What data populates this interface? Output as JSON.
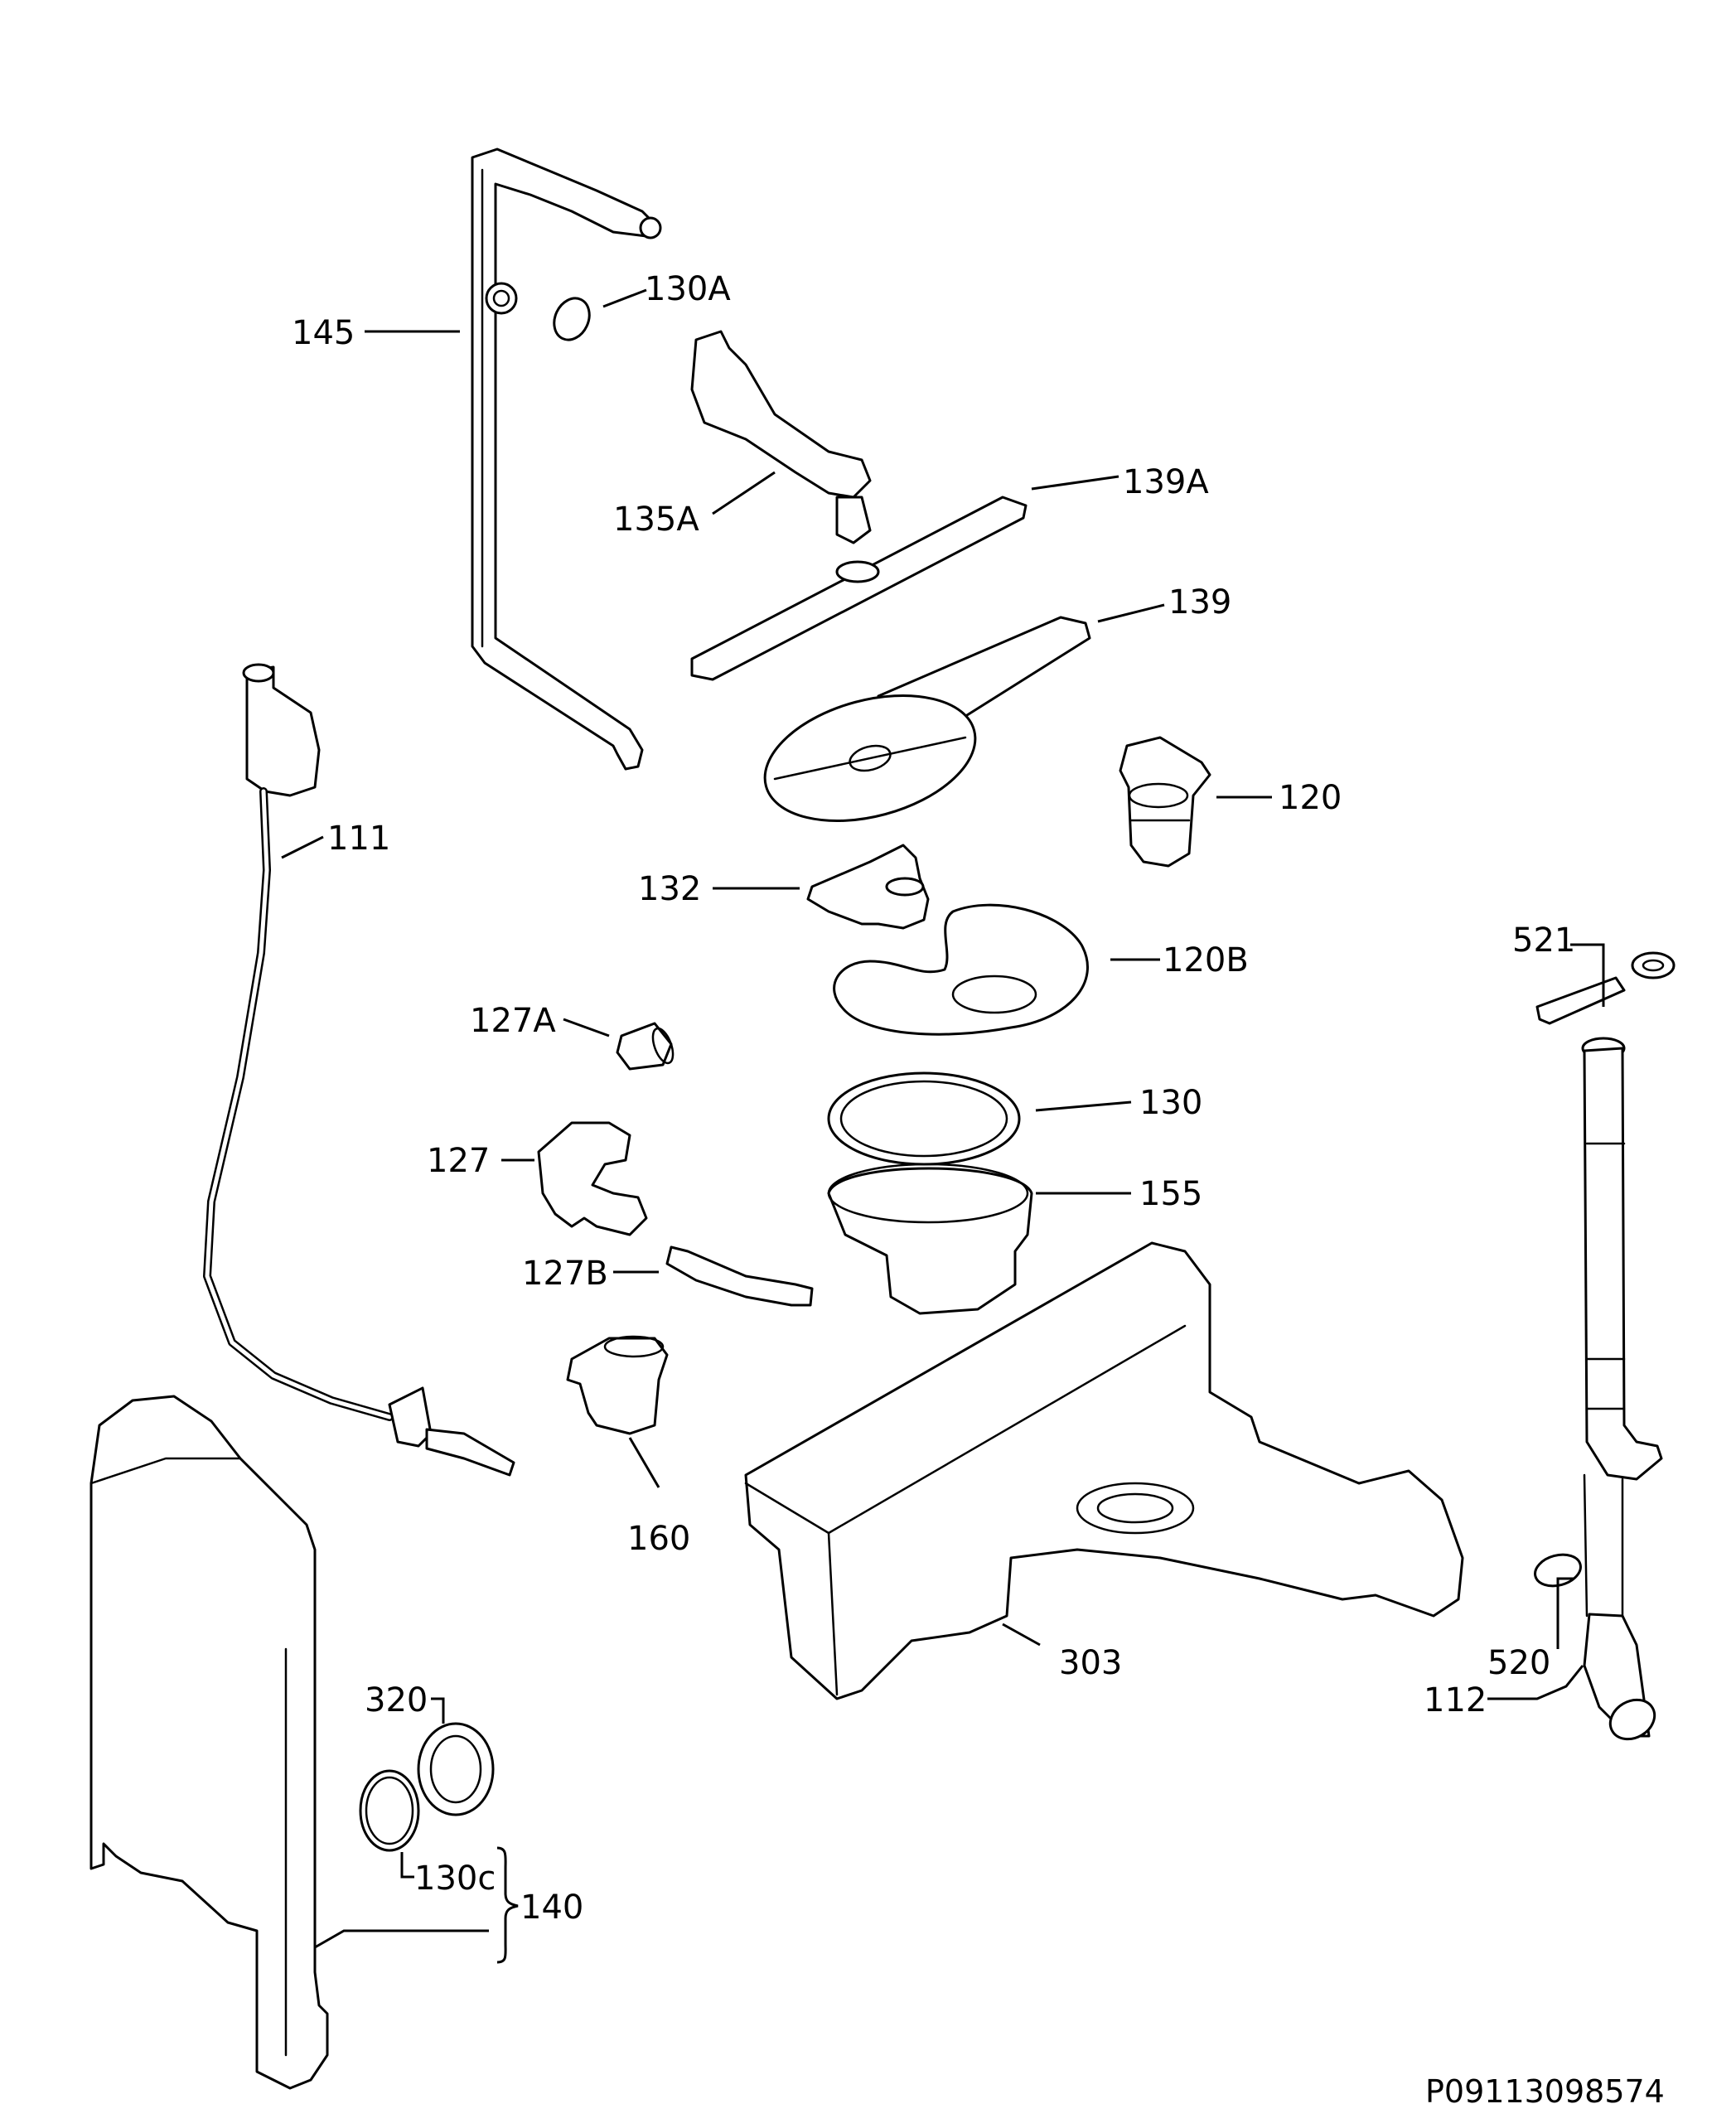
{
  "labels": {
    "l145": "145",
    "l130a": "130A",
    "l135a": "135A",
    "l139a": "139A",
    "l139": "139",
    "l111": "111",
    "l120": "120",
    "l132": "132",
    "l120b": "120B",
    "l521": "521",
    "l127a": "127A",
    "l130": "130",
    "l127": "127",
    "l155": "155",
    "l127b": "127B",
    "l160": "160",
    "l303": "303",
    "l520": "520",
    "l112": "112",
    "l320": "320",
    "l130c": "130c",
    "l140": "140"
  },
  "drawing_code": "P09113098574"
}
